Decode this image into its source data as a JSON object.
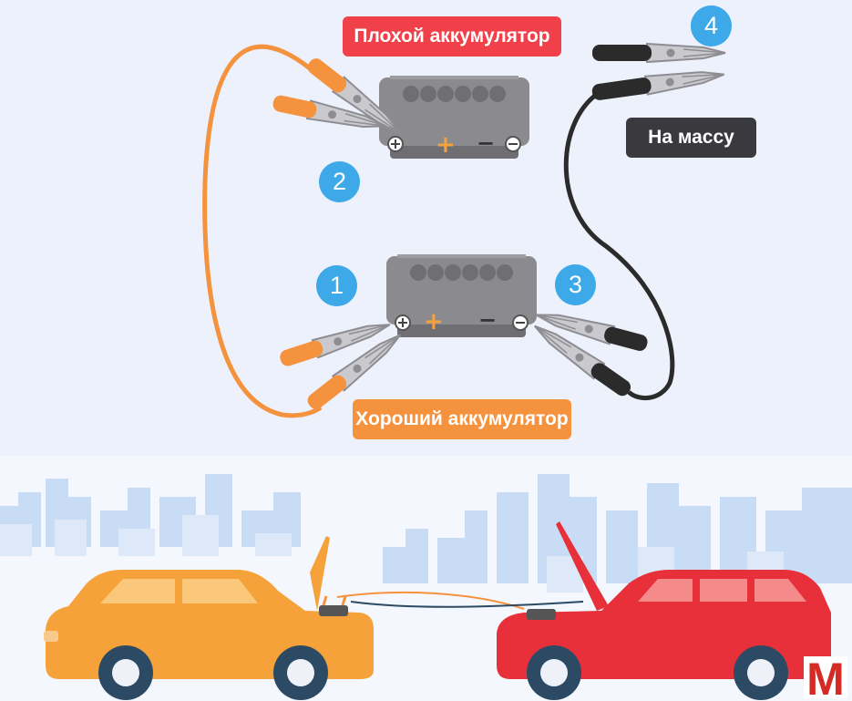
{
  "labels": {
    "bad_battery": "Плохой аккумулятор",
    "good_battery": "Хороший аккумулятор",
    "ground": "На массу"
  },
  "steps": [
    "1",
    "2",
    "3",
    "4"
  ],
  "terminals": {
    "plus": "+",
    "minus": "−"
  },
  "brand": "M",
  "colors": {
    "bad_label": "#f0404a",
    "good_label": "#f5923e",
    "ground_label": "#3a3a3e",
    "step_badge": "#3ea9e8",
    "positive_cable": "#f5923e",
    "negative_cable": "#2b2b2b",
    "battery": "#8a8a8f",
    "left_car": "#f5a23a",
    "right_car": "#e8303a",
    "city_skyline": "#c9dcf5"
  },
  "icons": [
    "battery-icon",
    "clamp-icon",
    "car-icon",
    "city-skyline-icon"
  ]
}
